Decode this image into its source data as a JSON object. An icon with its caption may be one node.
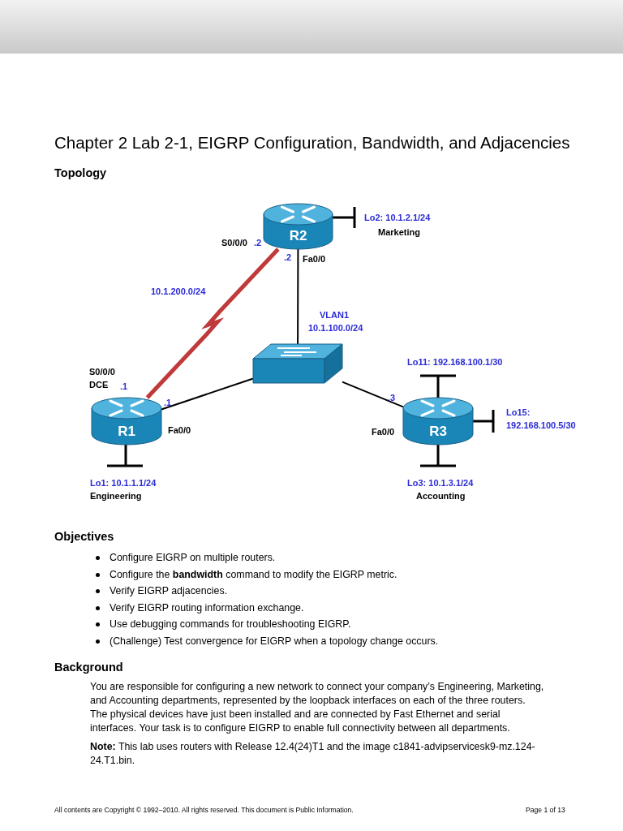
{
  "diagram": {
    "title": "Chapter 2 Lab 2-1, EIGRP Configuration, Bandwidth, and Adjacencies",
    "nodes": [
      {
        "text": [
          "R2"
        ]
      },
      {
        "text": [],
        "shape": "box"
      },
      {
        "text": [
          "R1"
        ]
      },
      {
        "text": [
          "R3"
        ]
      }
    ],
    "edges": [
      {
        "from": 0,
        "to": 2,
        "arrow": "none",
        "label": "10.1.200.0/24",
        "style": "thick",
        "color": "#c0393b"
      },
      {
        "from": 0,
        "to": 1,
        "arrow": "none"
      },
      {
        "from": 2,
        "to": 1,
        "arrow": "none"
      },
      {
        "from": 1,
        "to": 3,
        "arrow": "none"
      }
    ],
    "labels": [
      "Topology",
      "S0/0/0",
      ".2",
      ".2",
      "Fa0/0",
      "Lo2:  10.1.2.1/24",
      "Marketing",
      "VLAN1",
      "10.1.100.0/24",
      "Lo11:  192.168.100.1/30",
      "S0/0/0",
      "DCE",
      ".1",
      ".1",
      "Fa0/0",
      ".3",
      "Fa0/0",
      "Lo15:",
      "192.168.100.5/30",
      "Lo1:  10.1.1.1/24",
      "Engineering",
      "Lo3:  10.1.3.1/24",
      "Accounting",
      "Objectives",
      "Configure EIGRP on multiple routers.",
      "Configure the **bandwidth** command to modify the EIGRP metric.",
      "Verify EIGRP adjacencies.",
      "Verify EIGRP routing information exchange.",
      "Use debugging commands for troubleshooting EIGRP.",
      "(Challenge) Test convergence for EIGRP when a topology change occurs.",
      "Background",
      "You are responsible for configuring a new network to connect your company’s Engineering, Marketing, and Accounting departments, represented by the loopback interfaces on each of the three routers. The physical devices have just been installed and are connected by Fast Ethernet and serial interfaces. Your task is to configure EIGRP to enable full connectivity between all departments.",
      "**Note:** This lab uses routers with Release 12.4(24)T1 and the image c1841-advipservicesk9-mz.124-24.T1.bin.",
      "All contents are Copyright © 1992–2010. All rights reserved. This document is Public Information.",
      "Page 1 of 13"
    ]
  }
}
